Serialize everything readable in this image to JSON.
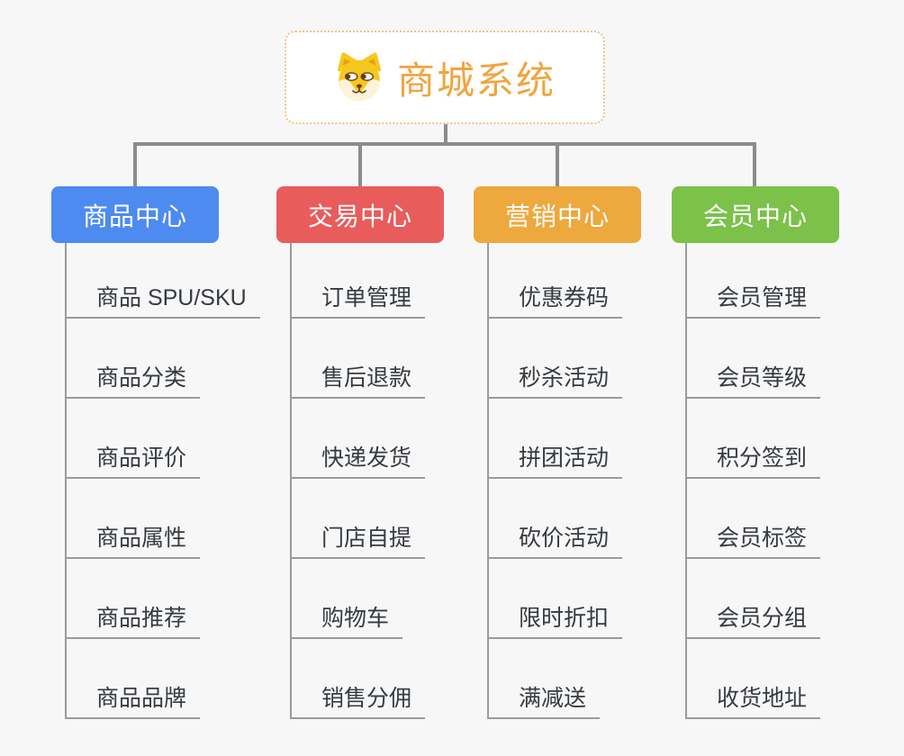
{
  "root": {
    "title": "商城系统",
    "icon": "dog-face-icon"
  },
  "branches": [
    {
      "label": "商品中心",
      "color": "#4d8bf0",
      "items": [
        "商品 SPU/SKU",
        "商品分类",
        "商品评价",
        "商品属性",
        "商品推荐",
        "商品品牌"
      ]
    },
    {
      "label": "交易中心",
      "color": "#e85c5c",
      "items": [
        "订单管理",
        "售后退款",
        "快递发货",
        "门店自提",
        "购物车",
        "销售分佣"
      ]
    },
    {
      "label": "营销中心",
      "color": "#eda83e",
      "items": [
        "优惠券码",
        "秒杀活动",
        "拼团活动",
        "砍价活动",
        "限时折扣",
        "满减送"
      ]
    },
    {
      "label": "会员中心",
      "color": "#7bc14a",
      "items": [
        "会员管理",
        "会员等级",
        "积分签到",
        "会员标签",
        "会员分组",
        "收货地址"
      ]
    }
  ],
  "colors": {
    "background": "#f7f7f7",
    "connector": "#8c8c8c",
    "underline": "#9b9b9b",
    "root_border": "#f3c083",
    "root_title": "#f0a53f",
    "item_text": "#363b40"
  }
}
